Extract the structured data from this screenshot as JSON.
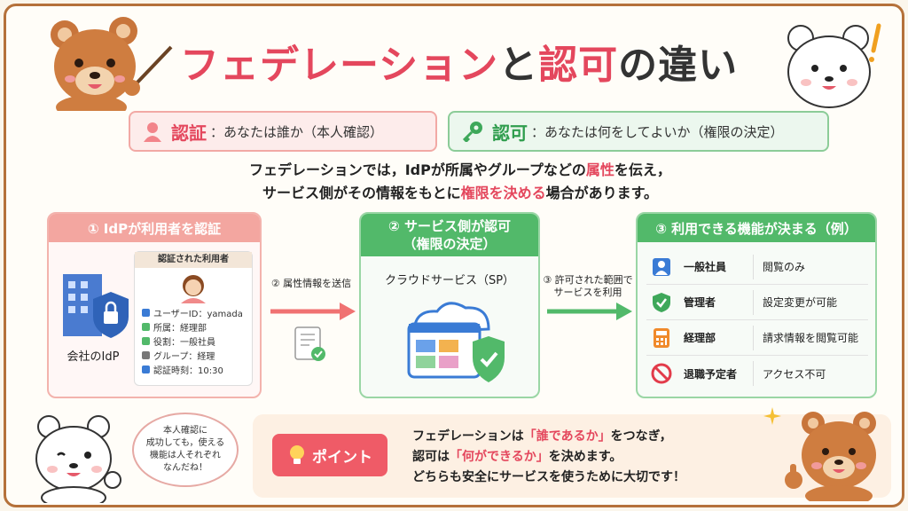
{
  "title": {
    "part1": "フェデレーション",
    "part2": "と",
    "part3": "認可",
    "part4": "の違い"
  },
  "definitions": {
    "authn": {
      "keyword": "認証",
      "text": "：あなたは誰か（本人確認）"
    },
    "authz": {
      "keyword": "認可",
      "text": "：あなたは何をしてよいか（権限の決定）"
    }
  },
  "intro": {
    "line1_a": "フェデレーションでは，IdPが所属やグループなどの",
    "line1_em": "属性",
    "line1_b": "を伝え，",
    "line2_a": "サービス側がその情報をもとに",
    "line2_em": "権限を決める",
    "line2_b": "場合があります。"
  },
  "step1": {
    "header": "① IdPが利用者を認証",
    "idp_label": "会社のIdP",
    "card_title": "認証された利用者",
    "fields": [
      {
        "icon": "user-icon",
        "text": "ユーザーID：yamada",
        "color": "#3a7bd5"
      },
      {
        "icon": "dept-icon",
        "text": "所属：経理部",
        "color": "#52b96a"
      },
      {
        "icon": "role-icon",
        "text": "役割：一般社員",
        "color": "#52b96a"
      },
      {
        "icon": "group-icon",
        "text": "グループ：経理",
        "color": "#777777"
      },
      {
        "icon": "time-icon",
        "text": "認証時刻：10:30",
        "color": "#3a7bd5"
      }
    ]
  },
  "arrow1": {
    "label": "② 属性情報を送信"
  },
  "step2": {
    "header_line1": "② サービス側が認可",
    "header_line2": "（権限の決定）",
    "service_label": "クラウドサービス（SP）"
  },
  "arrow2": {
    "label_line1": "③ 許可された範囲で",
    "label_line2": "サービスを利用"
  },
  "step3": {
    "header": "③ 利用できる機能が決まる（例）",
    "rows": [
      {
        "role": "一般社員",
        "permission": "閲覧のみ",
        "icon": "person-icon"
      },
      {
        "role": "管理者",
        "permission": "設定変更が可能",
        "icon": "shield-check-icon"
      },
      {
        "role": "経理部",
        "permission": "請求情報を閲覧可能",
        "icon": "calculator-icon"
      },
      {
        "role": "退職予定者",
        "permission": "アクセス不可",
        "icon": "prohibited-icon"
      }
    ]
  },
  "bubble": {
    "line1": "本人確認に",
    "line2": "成功しても，使える",
    "line3": "機能は人それぞれ",
    "line4": "なんだね！"
  },
  "point": {
    "label": "ポイント",
    "l1_a": "フェデレーションは",
    "l1_em": "「誰であるか」",
    "l1_b": "をつなぎ，",
    "l2_a": "認可は",
    "l2_em": "「何ができるか」",
    "l2_b": "を決めます。",
    "l3": "どちらも安全にサービスを使うために大切です！"
  },
  "colors": {
    "accent_red": "#e4475d",
    "accent_green": "#52b96a",
    "frame": "#b5713a"
  }
}
